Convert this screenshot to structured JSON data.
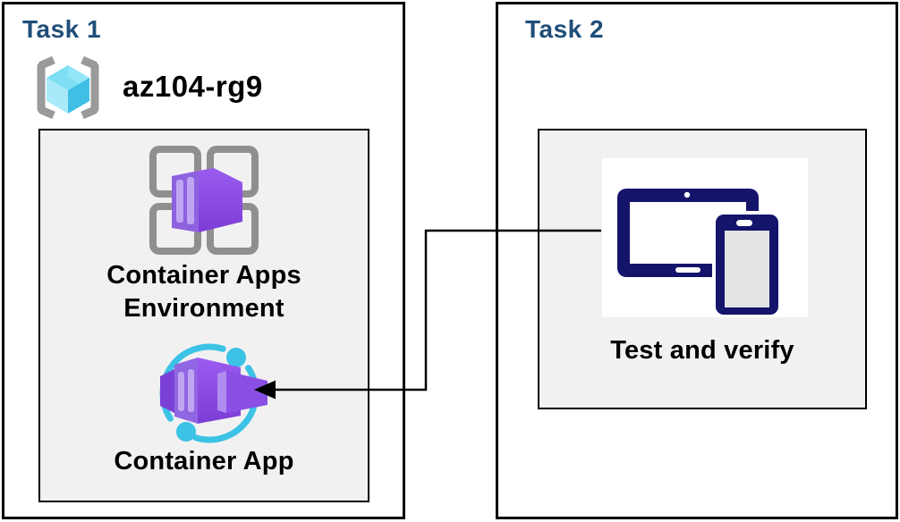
{
  "diagram": {
    "task1": {
      "title": "Task 1",
      "resource_group": "az104-rg9",
      "environment_label": "Container Apps Environment",
      "app_label": "Container App"
    },
    "task2": {
      "title": "Task 2",
      "verify_label": "Test and verify"
    },
    "icons": {
      "resource_group": "azure-resource-group-icon",
      "environment": "container-apps-environment-icon",
      "container_app": "container-app-icon",
      "devices": "tablet-and-phone-icon",
      "connector": "arrow-from-test-to-container-app"
    },
    "colors": {
      "title": "#1F4E79",
      "panel_bg": "#F1F1F1",
      "border": "#000000",
      "device_navy": "#14146B",
      "cyan": "#3BC2E5",
      "purple_light": "#9B5CF0",
      "purple_dark": "#7C3CD6",
      "purple_face": "#8E62DF",
      "purple_stripe": "#C0A5F3",
      "grid_gray": "#8F8F8F",
      "bracket_gray": "#9A9A9A",
      "cube_cyan_top": "#7EDFF4",
      "cube_cyan_left": "#A8EAF9",
      "cube_cyan_right": "#3FBFE4",
      "text": "#000000"
    }
  }
}
